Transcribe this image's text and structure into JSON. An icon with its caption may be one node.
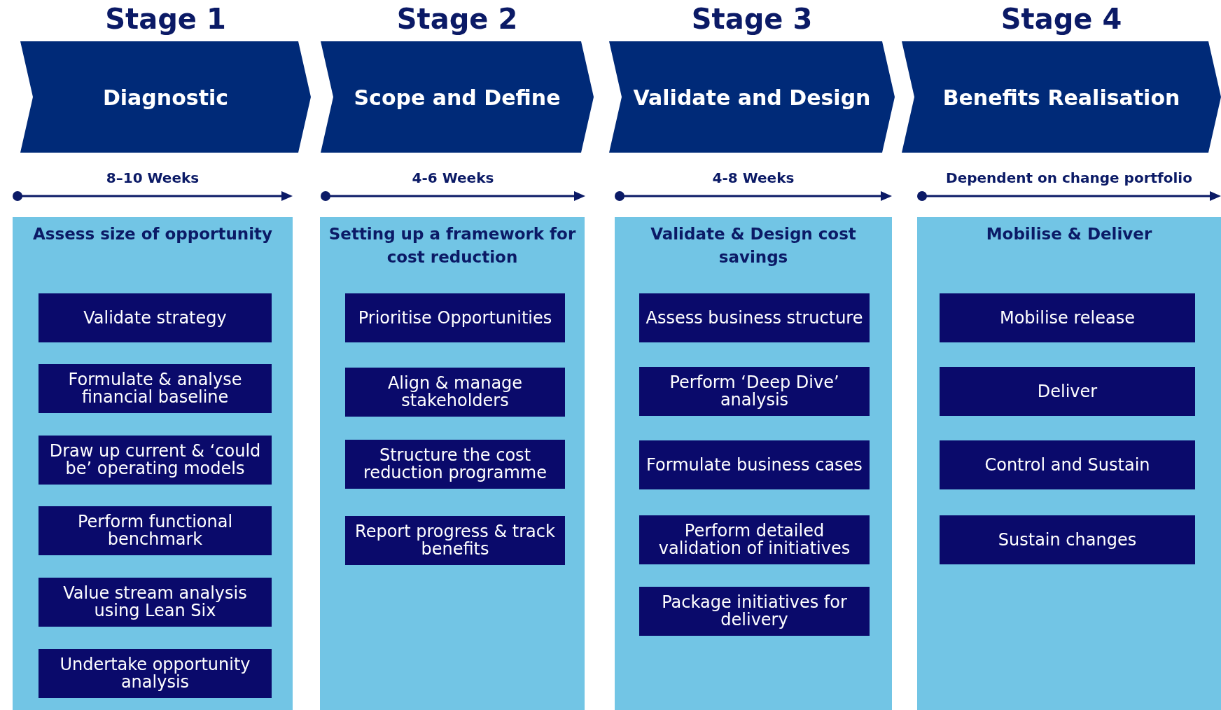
{
  "diagram": {
    "nodes": [
      {
        "text": [
          "Stage 1",
          "Diagnostic"
        ],
        "beside": [
          "8–10 Weeks"
        ]
      },
      {
        "text": [
          "Assess size of opportunity"
        ]
      },
      {
        "text": [
          "Validate strategy"
        ],
        "in": 1
      },
      {
        "text": [
          "Formulate & analyse financial baseline"
        ],
        "in": 1
      },
      {
        "text": [
          "Draw up current & ‘could be’ operating models"
        ],
        "in": 1
      },
      {
        "text": [
          "Perform functional benchmark"
        ],
        "in": 1
      },
      {
        "text": [
          "Value stream analysis using Lean Six"
        ],
        "in": 1
      },
      {
        "text": [
          "Undertake opportunity analysis"
        ],
        "in": 1
      },
      {
        "text": [
          "Stage 2",
          "Scope and Define"
        ],
        "beside": [
          "4-6 Weeks"
        ]
      },
      {
        "text": [
          "Setting up a framework for cost reduction"
        ]
      },
      {
        "text": [
          "Prioritise Opportunities"
        ],
        "in": 9
      },
      {
        "text": [
          "Align & manage stakeholders"
        ],
        "in": 9
      },
      {
        "text": [
          "Structure the cost reduction programme"
        ],
        "in": 9
      },
      {
        "text": [
          "Report progress & track benefits"
        ],
        "in": 9
      },
      {
        "text": [
          "Stage 3",
          "Validate and Design"
        ],
        "beside": [
          "4-8 Weeks"
        ]
      },
      {
        "text": [
          "Validate & Design cost savings"
        ]
      },
      {
        "text": [
          "Assess business structure"
        ],
        "in": 15
      },
      {
        "text": [
          "Perform ‘Deep Dive’ analysis"
        ],
        "in": 15
      },
      {
        "text": [
          "Formulate business cases"
        ],
        "in": 15
      },
      {
        "text": [
          "Perform detailed validation of initiatives"
        ],
        "in": 15
      },
      {
        "text": [
          "Package initiatives for delivery"
        ],
        "in": 15
      },
      {
        "text": [
          "Stage 4",
          "Benefits Realisation"
        ],
        "beside": [
          "Dependent on change portfolio"
        ]
      },
      {
        "text": [
          "Mobilise & Deliver"
        ]
      },
      {
        "text": [
          "Mobilise release"
        ],
        "in": 22
      },
      {
        "text": [
          "Deliver"
        ],
        "in": 22
      },
      {
        "text": [
          "Control and Sustain"
        ],
        "in": 22
      },
      {
        "text": [
          "Sustain changes"
        ],
        "in": 22
      }
    ],
    "edges": []
  }
}
